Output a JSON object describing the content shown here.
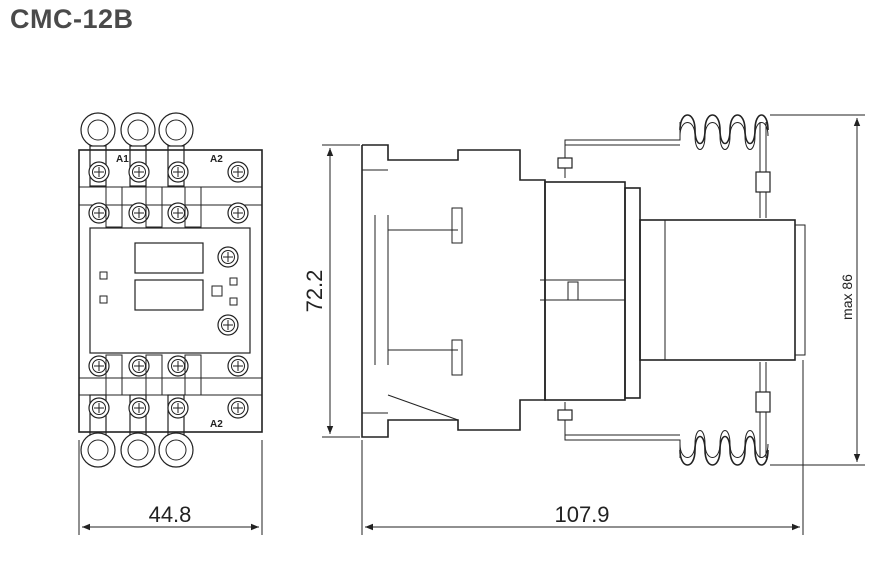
{
  "title": "CMC-12B",
  "dimensions": {
    "width": "44.8",
    "height": "72.2",
    "depth": "107.9",
    "max_height": "max 86"
  },
  "terminal_labels": {
    "a1_top": "A1",
    "a2_top": "A2",
    "a2_bottom": "A2"
  }
}
